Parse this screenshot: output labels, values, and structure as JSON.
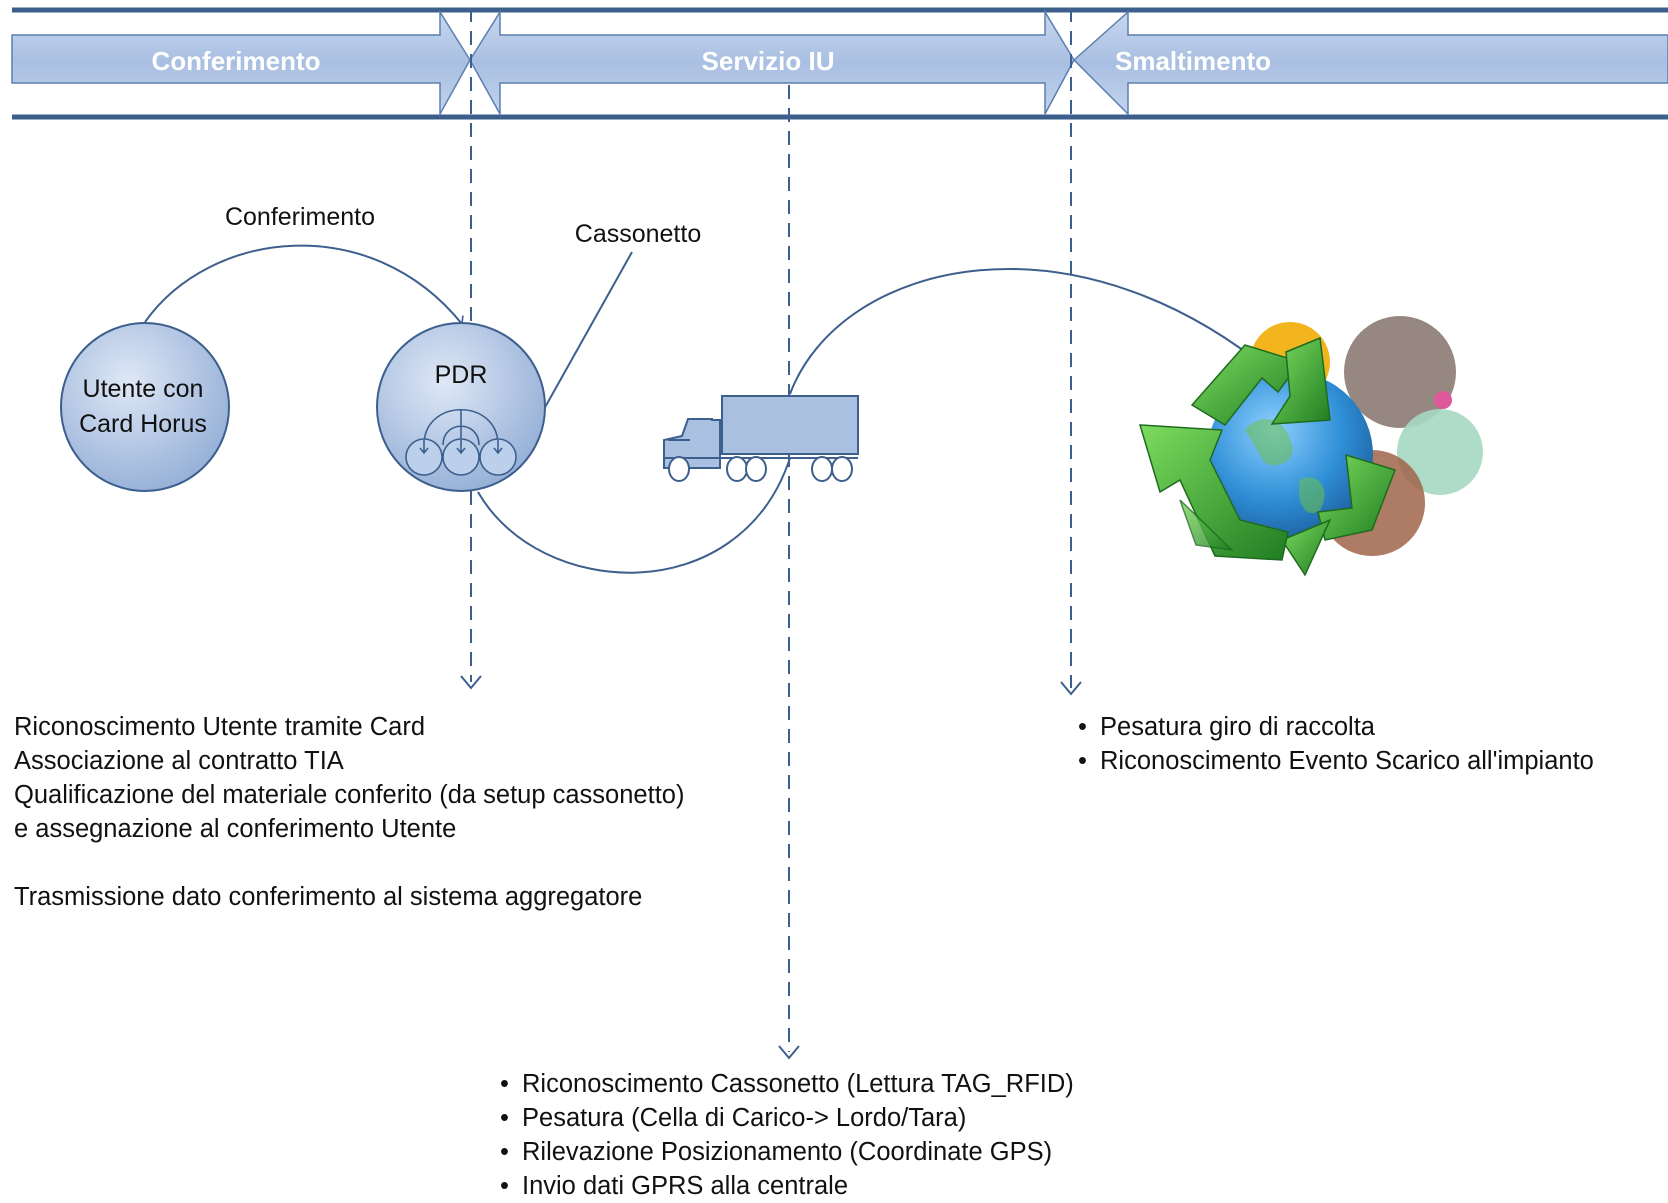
{
  "phases": {
    "conferimento": "Conferimento",
    "servizio": "Servizio IU",
    "smaltimento": "Smaltimento"
  },
  "nodes": {
    "utente_line1": "Utente con",
    "utente_line2": "Card Horus",
    "pdr": "PDR"
  },
  "labels": {
    "conferimento_arc": "Conferimento",
    "cassonetto": "Cassonetto"
  },
  "lists": {
    "conferimento": [
      "Riconoscimento Utente tramite Card",
      "Associazione al contratto TIA",
      "Qualificazione del materiale conferito (da setup cassonetto)",
      "e assegnazione al conferimento Utente",
      "Trasmissione dato conferimento al sistema aggregatore"
    ],
    "smaltimento": [
      "Pesatura giro di raccolta",
      "Riconoscimento Evento Scarico all'impianto"
    ],
    "servizio": [
      "Riconoscimento Cassonetto (Lettura TAG_RFID)",
      "Pesatura (Cella di Carico-> Lordo/Tara)",
      "Rilevazione Posizionamento (Coordinate GPS)",
      "Invio dati GPRS alla centrale"
    ]
  },
  "colors": {
    "band": "#b5c9e6",
    "band_border": "#3b5f8a",
    "node_fill": "#a9c0e0",
    "line": "#3d5f8e",
    "recycle_green": "#3aa63a",
    "globe_blue": "#2f8fd6"
  },
  "icons": [
    "truck-icon",
    "recycle-icon",
    "bin-icon"
  ]
}
